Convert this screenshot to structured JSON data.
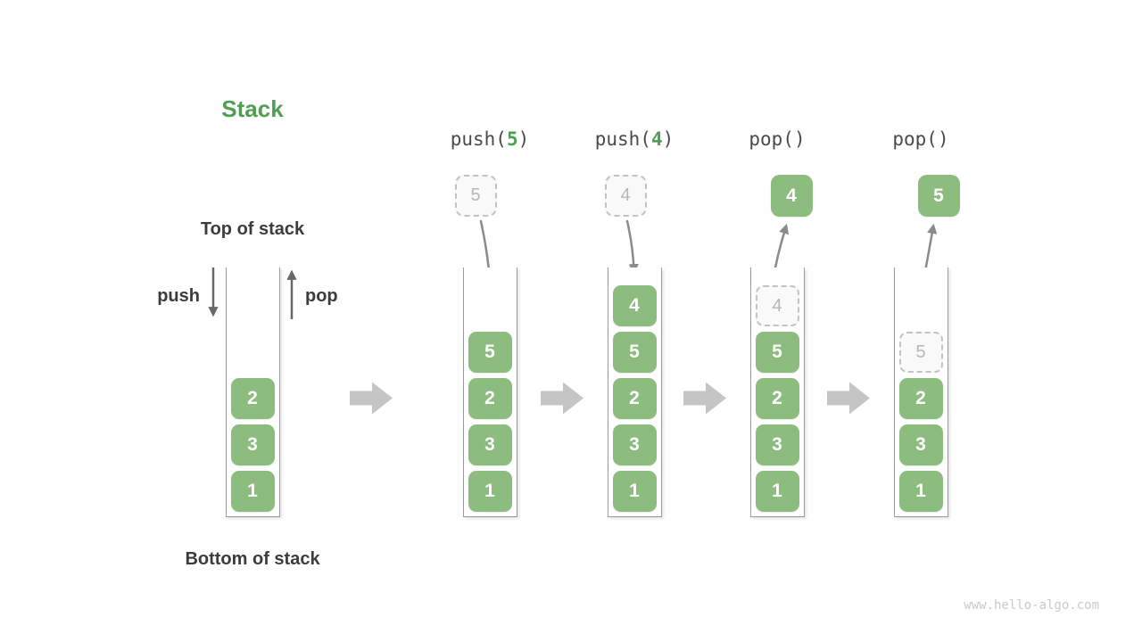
{
  "title": "Stack",
  "labels": {
    "top_of_stack": "Top of stack",
    "bottom_of_stack": "Bottom of stack",
    "push": "push",
    "pop": "pop"
  },
  "initial_stack": {
    "items": [
      {
        "value": "2",
        "style": "solid"
      },
      {
        "value": "3",
        "style": "solid"
      },
      {
        "value": "1",
        "style": "solid"
      }
    ]
  },
  "operations": [
    {
      "name": "push-5",
      "label": {
        "pre": "push(",
        "arg": "5",
        "post": ")"
      },
      "floating": {
        "value": "5",
        "style": "dashed"
      },
      "stack": [
        {
          "value": "5",
          "style": "solid"
        },
        {
          "value": "2",
          "style": "solid"
        },
        {
          "value": "3",
          "style": "solid"
        },
        {
          "value": "1",
          "style": "solid"
        }
      ]
    },
    {
      "name": "push-4",
      "label": {
        "pre": "push(",
        "arg": "4",
        "post": ")"
      },
      "floating": {
        "value": "4",
        "style": "dashed"
      },
      "stack": [
        {
          "value": "4",
          "style": "solid"
        },
        {
          "value": "5",
          "style": "solid"
        },
        {
          "value": "2",
          "style": "solid"
        },
        {
          "value": "3",
          "style": "solid"
        },
        {
          "value": "1",
          "style": "solid"
        }
      ]
    },
    {
      "name": "pop-1",
      "label": {
        "pre": "pop(",
        "arg": "",
        "post": ")"
      },
      "floating": {
        "value": "4",
        "style": "solid"
      },
      "stack": [
        {
          "value": "4",
          "style": "dashed"
        },
        {
          "value": "5",
          "style": "solid"
        },
        {
          "value": "2",
          "style": "solid"
        },
        {
          "value": "3",
          "style": "solid"
        },
        {
          "value": "1",
          "style": "solid"
        }
      ]
    },
    {
      "name": "pop-2",
      "label": {
        "pre": "pop(",
        "arg": "",
        "post": ")"
      },
      "floating": {
        "value": "5",
        "style": "solid"
      },
      "stack": [
        {
          "value": "5",
          "style": "dashed"
        },
        {
          "value": "2",
          "style": "solid"
        },
        {
          "value": "3",
          "style": "solid"
        },
        {
          "value": "1",
          "style": "solid"
        }
      ]
    }
  ],
  "watermark": "www.hello-algo.com",
  "colors": {
    "title_green": "#4f9e54",
    "green_box": "#8cbd7e",
    "dark_text": "#3c3c3c",
    "gray_arrow": "#c5c5c5",
    "curve_arrow": "#8a8a8a",
    "dashed_border": "#c2c2c2",
    "dashed_text": "#b7b7b7"
  }
}
